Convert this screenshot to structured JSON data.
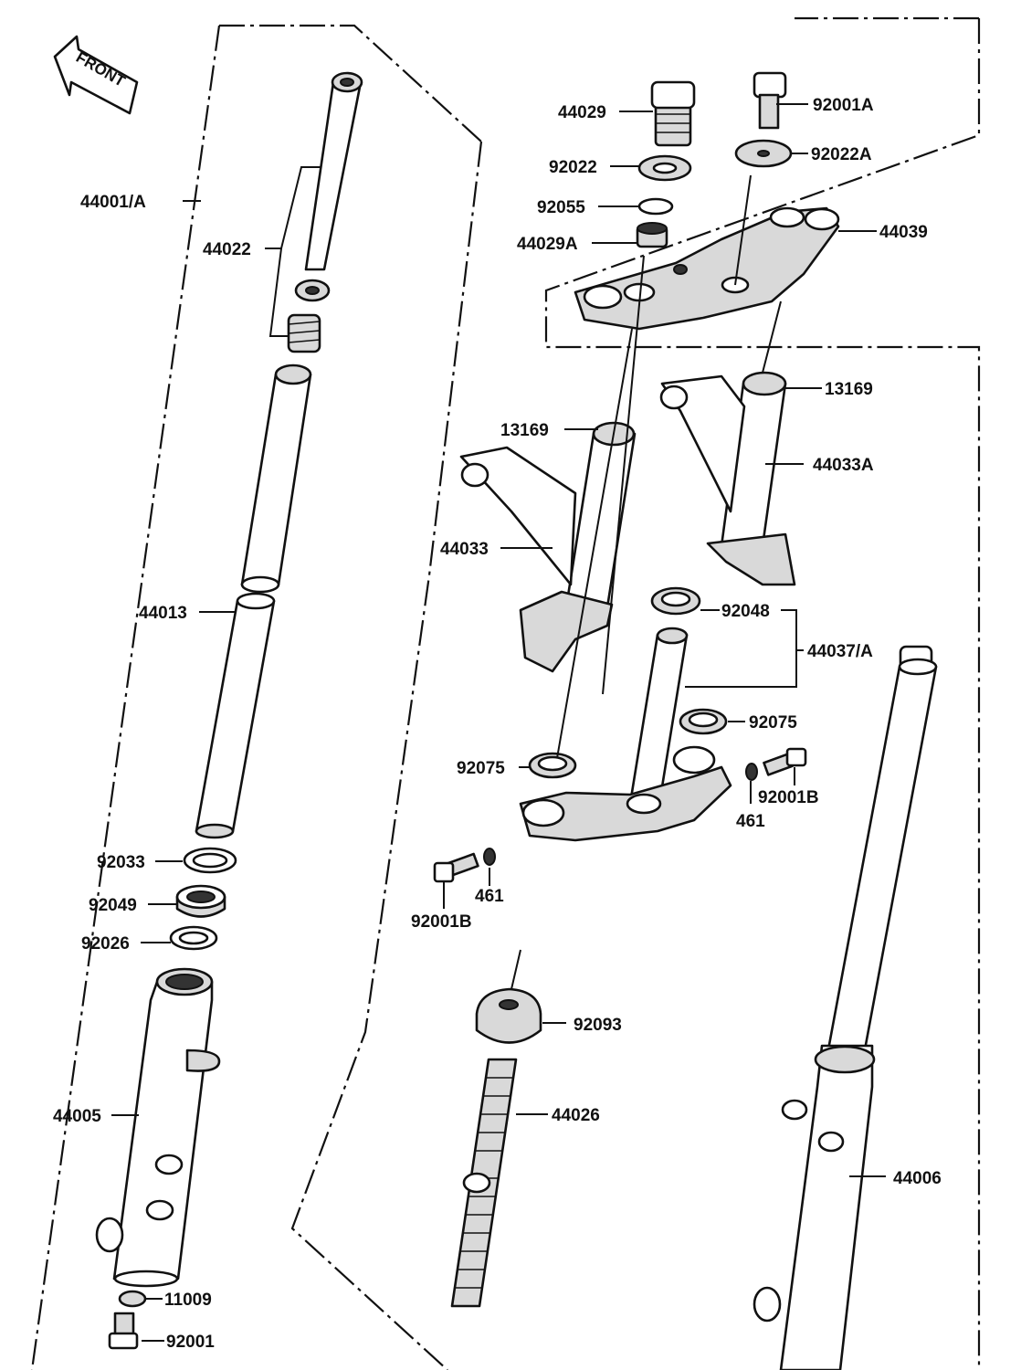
{
  "front_label": "FRONT",
  "labels": {
    "p44001A": "44001/A",
    "p44022": "44022",
    "p44013": "44013",
    "p92033": "92033",
    "p92049": "92049",
    "p92026": "92026",
    "p44005": "44005",
    "p11009": "11009",
    "p92001_bottom": "92001",
    "p44029": "44029",
    "p92022": "92022",
    "p92055": "92055",
    "p44029A": "44029A",
    "p92001A": "92001A",
    "p92022A": "92022A",
    "p44039": "44039",
    "p13169_right": "13169",
    "p44033A": "44033A",
    "p13169_left": "13169",
    "p44033": "44033",
    "p92048": "92048",
    "p44037A": "44037/A",
    "p92075_right": "92075",
    "p92075_left": "92075",
    "p92001B_right": "92001B",
    "p461_right": "461",
    "p461_left": "461",
    "p92001B_left": "92001B",
    "p92093": "92093",
    "p44026": "44026",
    "p44006": "44006"
  }
}
